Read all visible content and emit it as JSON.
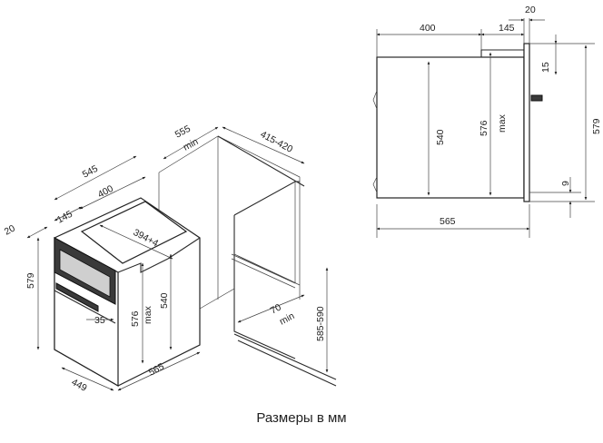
{
  "caption": "Размеры в мм",
  "iso": {
    "d545": "545",
    "d400": "400",
    "d145": "145",
    "d20": "20",
    "d579": "579",
    "d394": "394+4",
    "d576": "576",
    "max": "max",
    "d540": "540",
    "d35": "35",
    "d449": "449",
    "d565": "565",
    "d555": "555",
    "min": "min",
    "d415": "415-420",
    "d70": "70",
    "min2": "min",
    "d585": "585-590"
  },
  "side": {
    "d20": "20",
    "d400": "400",
    "d145": "145",
    "d15": "15",
    "d540": "540",
    "d576": "576",
    "max": "max",
    "d579": "579",
    "d9": "9",
    "d565": "565"
  },
  "colors": {
    "line": "#2a2a2a",
    "panel": "#3a3a3a"
  }
}
